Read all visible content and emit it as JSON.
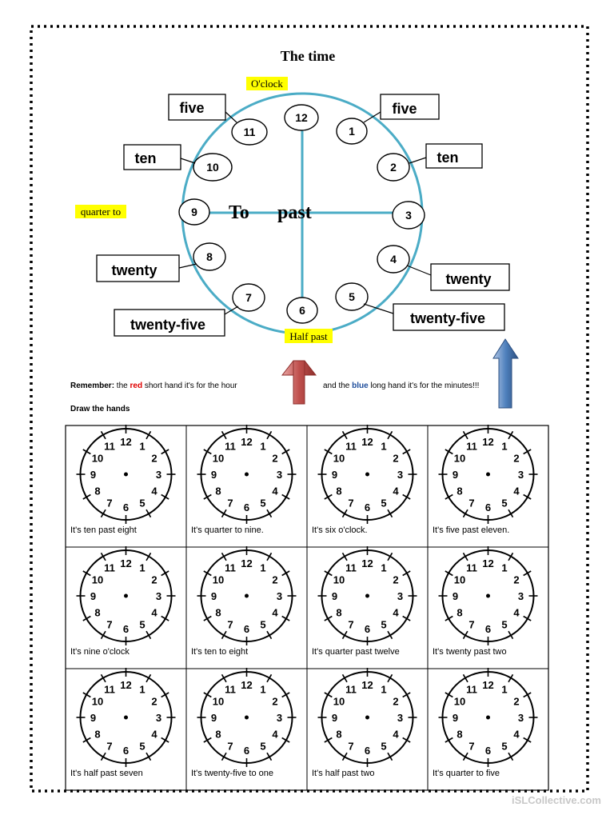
{
  "title": "The time",
  "labels": {
    "oclock": "O'clock",
    "quarter_to": "quarter to",
    "half_past": "Half past",
    "to": "To",
    "past": "past"
  },
  "clock_numbers": [
    "12",
    "1",
    "2",
    "3",
    "4",
    "5",
    "6",
    "7",
    "8",
    "9",
    "10",
    "11"
  ],
  "word_boxes": {
    "five_left": "five",
    "five_right": "five",
    "ten_left": "ten",
    "ten_right": "ten",
    "twenty_left": "twenty",
    "twenty_right": "twenty",
    "twentyfive_left": "twenty-five",
    "twentyfive_right": "twenty-five"
  },
  "remember": {
    "prefix": "Remember:",
    "the": " the ",
    "red": "red",
    "short_hand": " short hand it's for the hour",
    "and_the": "and the ",
    "blue": "blue",
    "long_hand": " long hand it's for the minutes!!!"
  },
  "draw_hands": "Draw the hands",
  "exercises": [
    "It's ten past eight",
    "It's quarter to nine.",
    "It's six o'clock.",
    "It's five past eleven.",
    "It's nine o'clock",
    "It's ten to eight",
    "It's quarter past twelve",
    "It's twenty past two",
    "It's half past seven",
    "It's twenty-five to one",
    "It's half past two",
    "It's quarter to five"
  ],
  "watermark": "iSLCollective.com",
  "colors": {
    "clock_blue": "#4BACC6",
    "highlight": "#FFFF00",
    "red_word": "#E00000",
    "blue_word": "#1F4E9C",
    "red_arrow": "#C0504D",
    "blue_arrow": "#4F81BD"
  }
}
